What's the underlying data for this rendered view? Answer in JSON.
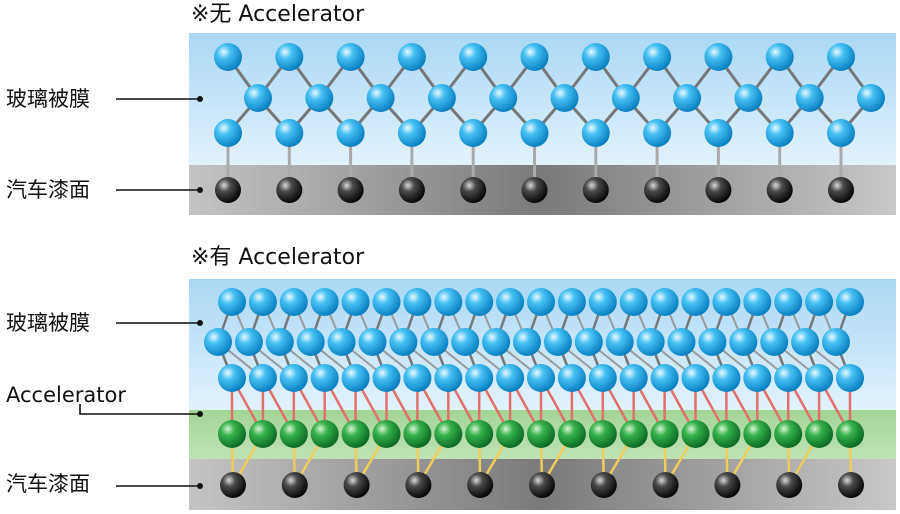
{
  "panels": [
    {
      "heading": "※无 Accelerator",
      "labels": {
        "film": "玻璃被膜",
        "paint": "汽车漆面"
      },
      "accelerator": false
    },
    {
      "heading": "※有 Accelerator",
      "labels": {
        "film": "玻璃被膜",
        "accelerator": "Accelerator",
        "paint": "汽车漆面"
      },
      "accelerator": true
    }
  ],
  "colors": {
    "film_sky": "#cfe9fb",
    "paint_gray": "#8c8c8c",
    "accelerator_band": "#a8d79c",
    "glass_atom": "#1aa7e6",
    "paint_atom": "#222222",
    "accelerator_atom": "#1f9a3a",
    "bond_gray": "#7d7d7d",
    "bond_red": "#e0706a",
    "bond_yellow": "#f0cc5a"
  }
}
